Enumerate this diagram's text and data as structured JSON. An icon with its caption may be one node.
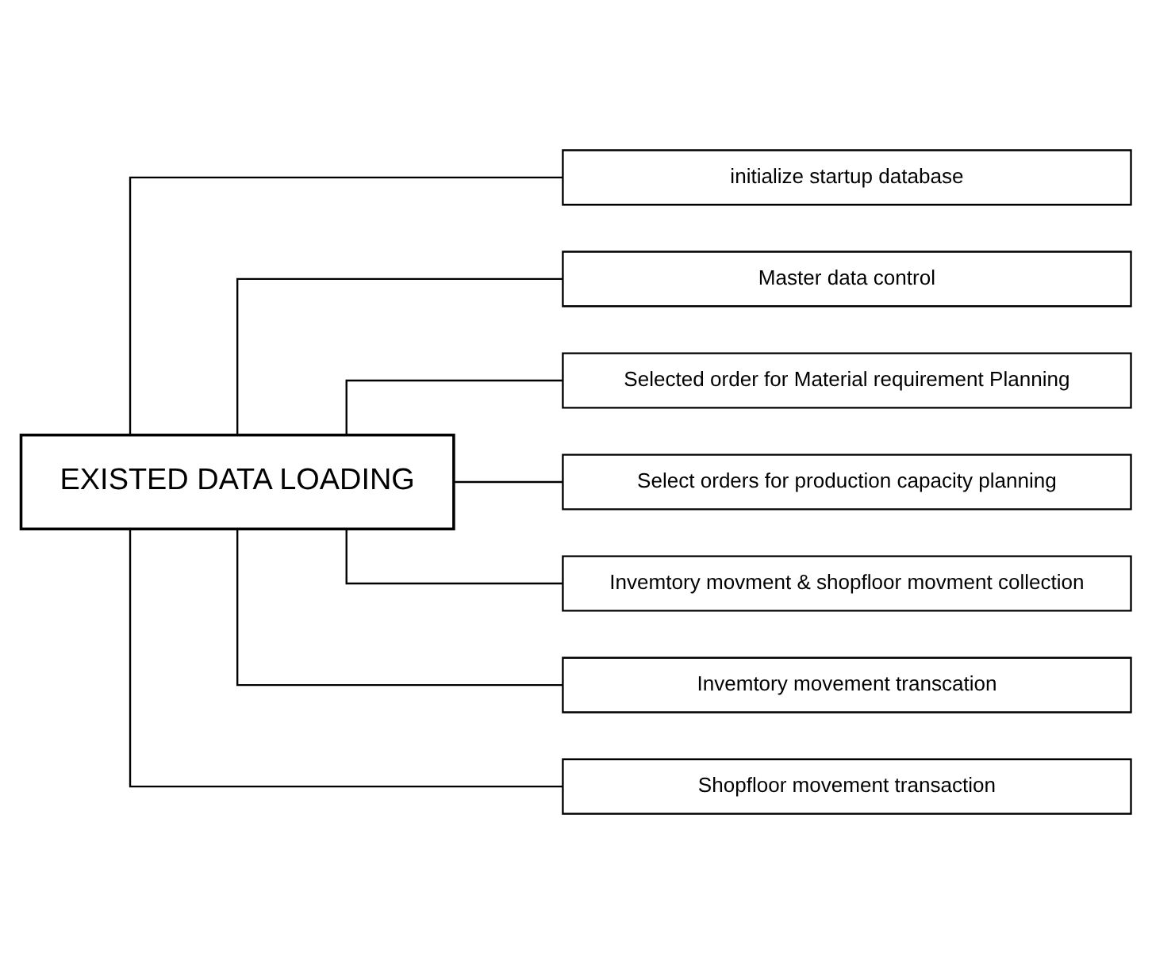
{
  "diagram": {
    "nodes": [
      {
        "text": [
          "EXISTED DATA LOADING"
        ]
      },
      {
        "text": [
          "initialize startup database"
        ]
      },
      {
        "text": [
          "Master data control"
        ]
      },
      {
        "text": [
          "Selected order for Material requirement Planning"
        ]
      },
      {
        "text": [
          "Select orders for production capacity planning"
        ]
      },
      {
        "text": [
          "Invemtory movment & shopfloor movment collection"
        ]
      },
      {
        "text": [
          "Invemtory movement transcation"
        ]
      },
      {
        "text": [
          "Shopfloor movement transaction"
        ]
      }
    ],
    "edges": [
      {
        "from": 0,
        "to": 1,
        "arrow": "none"
      },
      {
        "from": 0,
        "to": 2,
        "arrow": "none"
      },
      {
        "from": 0,
        "to": 3,
        "arrow": "none"
      },
      {
        "from": 0,
        "to": 4,
        "arrow": "none"
      },
      {
        "from": 0,
        "to": 5,
        "arrow": "none"
      },
      {
        "from": 0,
        "to": 6,
        "arrow": "none"
      },
      {
        "from": 0,
        "to": 7,
        "arrow": "none"
      }
    ]
  }
}
